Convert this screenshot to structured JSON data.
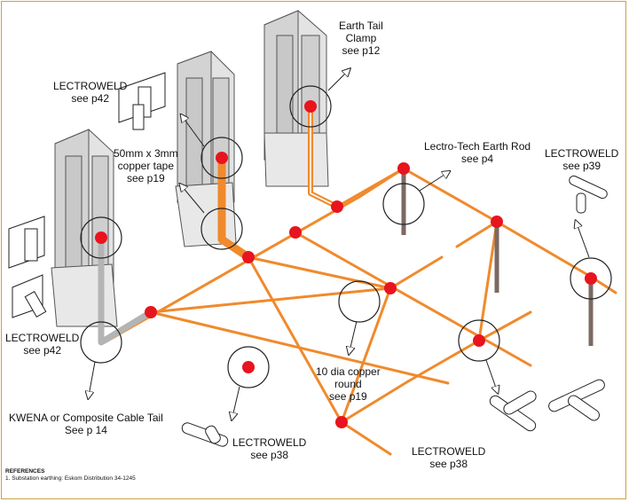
{
  "labels": {
    "earth_tail_clamp": [
      "Earth Tail",
      "Clamp",
      "see p12"
    ],
    "lectroweld_p42_top": [
      "LECTROWELD",
      "see p42"
    ],
    "copper_tape": [
      "50mm x 3mm",
      "copper tape",
      "see p19"
    ],
    "earth_rod": [
      "Lectro-Tech Earth Rod",
      "see p4"
    ],
    "lectroweld_p39": [
      "LECTROWELD",
      "see p39"
    ],
    "lectroweld_p42_left": [
      "LECTROWELD",
      "see p42"
    ],
    "copper_round": [
      "10 dia copper",
      "round",
      "see p19"
    ],
    "cable_tail": [
      "KWENA or Composite Cable Tail",
      "See p 14"
    ],
    "lectroweld_p38_left": [
      "LECTROWELD",
      "see p38"
    ],
    "lectroweld_p38_right": [
      "LECTROWELD",
      "see p38"
    ]
  },
  "references": {
    "heading": "REFERENCES",
    "item_1": "1. Substation earthing: Eskom Distribution 34-1245"
  },
  "colors": {
    "conductor": "#f08a2c",
    "node": "#e8141e",
    "rod": "#7a6a62",
    "structure_fill": "#e3e3e3",
    "structure_stroke": "#555555",
    "cable_tail": "#b4b4b4",
    "frame": "#c9a24a"
  }
}
